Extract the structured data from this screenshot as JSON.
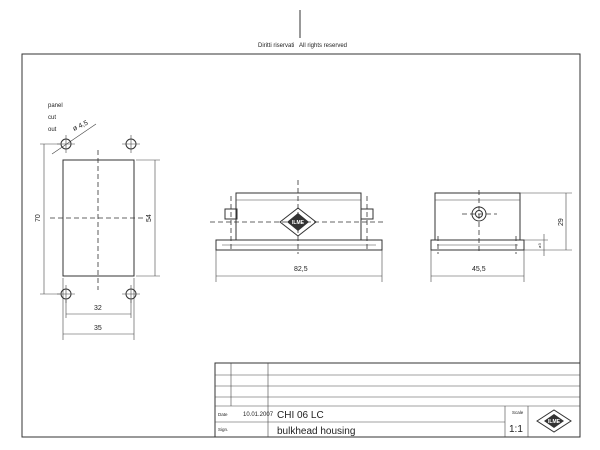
{
  "header": {
    "copyright_it": "Diritti riservati",
    "copyright_en": "All rights reserved"
  },
  "panel_cutout": {
    "label_line1": "panel",
    "label_line2": "cut",
    "label_line3": "out",
    "hole_diameter": "ø 4,5",
    "height_outer": "70",
    "height_inner": "54",
    "width_inner": "32",
    "width_outer": "35"
  },
  "front_view": {
    "width": "82,5"
  },
  "side_view": {
    "width": "45,5",
    "height": "29",
    "small_dim": "ø3"
  },
  "title_block": {
    "date_label": "Date",
    "date_value": "10.01.2007",
    "sign_label": "Sign.",
    "code": "CHI 06 LC",
    "description": "bulkhead housing",
    "scale_label": "Scale",
    "scale_value": "1:1",
    "logo_text": "ILME"
  }
}
